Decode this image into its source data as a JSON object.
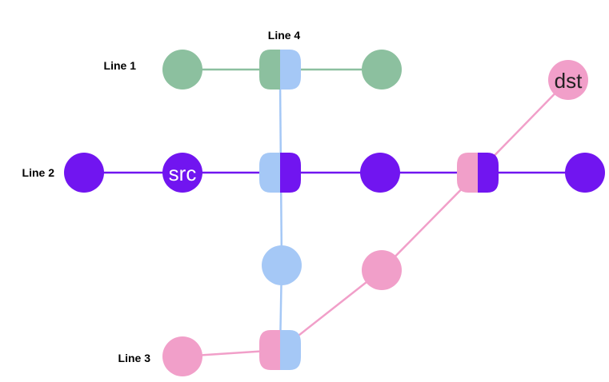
{
  "colors": {
    "line1": "#8cc09f",
    "line2": "#7115f0",
    "line3": "#f19fc9",
    "line4": "#a5c8f6"
  },
  "labels": {
    "line1": "Line 1",
    "line2": "Line 2",
    "line3": "Line 3",
    "line4": "Line 4"
  },
  "stations": {
    "src": "src",
    "dst": "dst"
  }
}
